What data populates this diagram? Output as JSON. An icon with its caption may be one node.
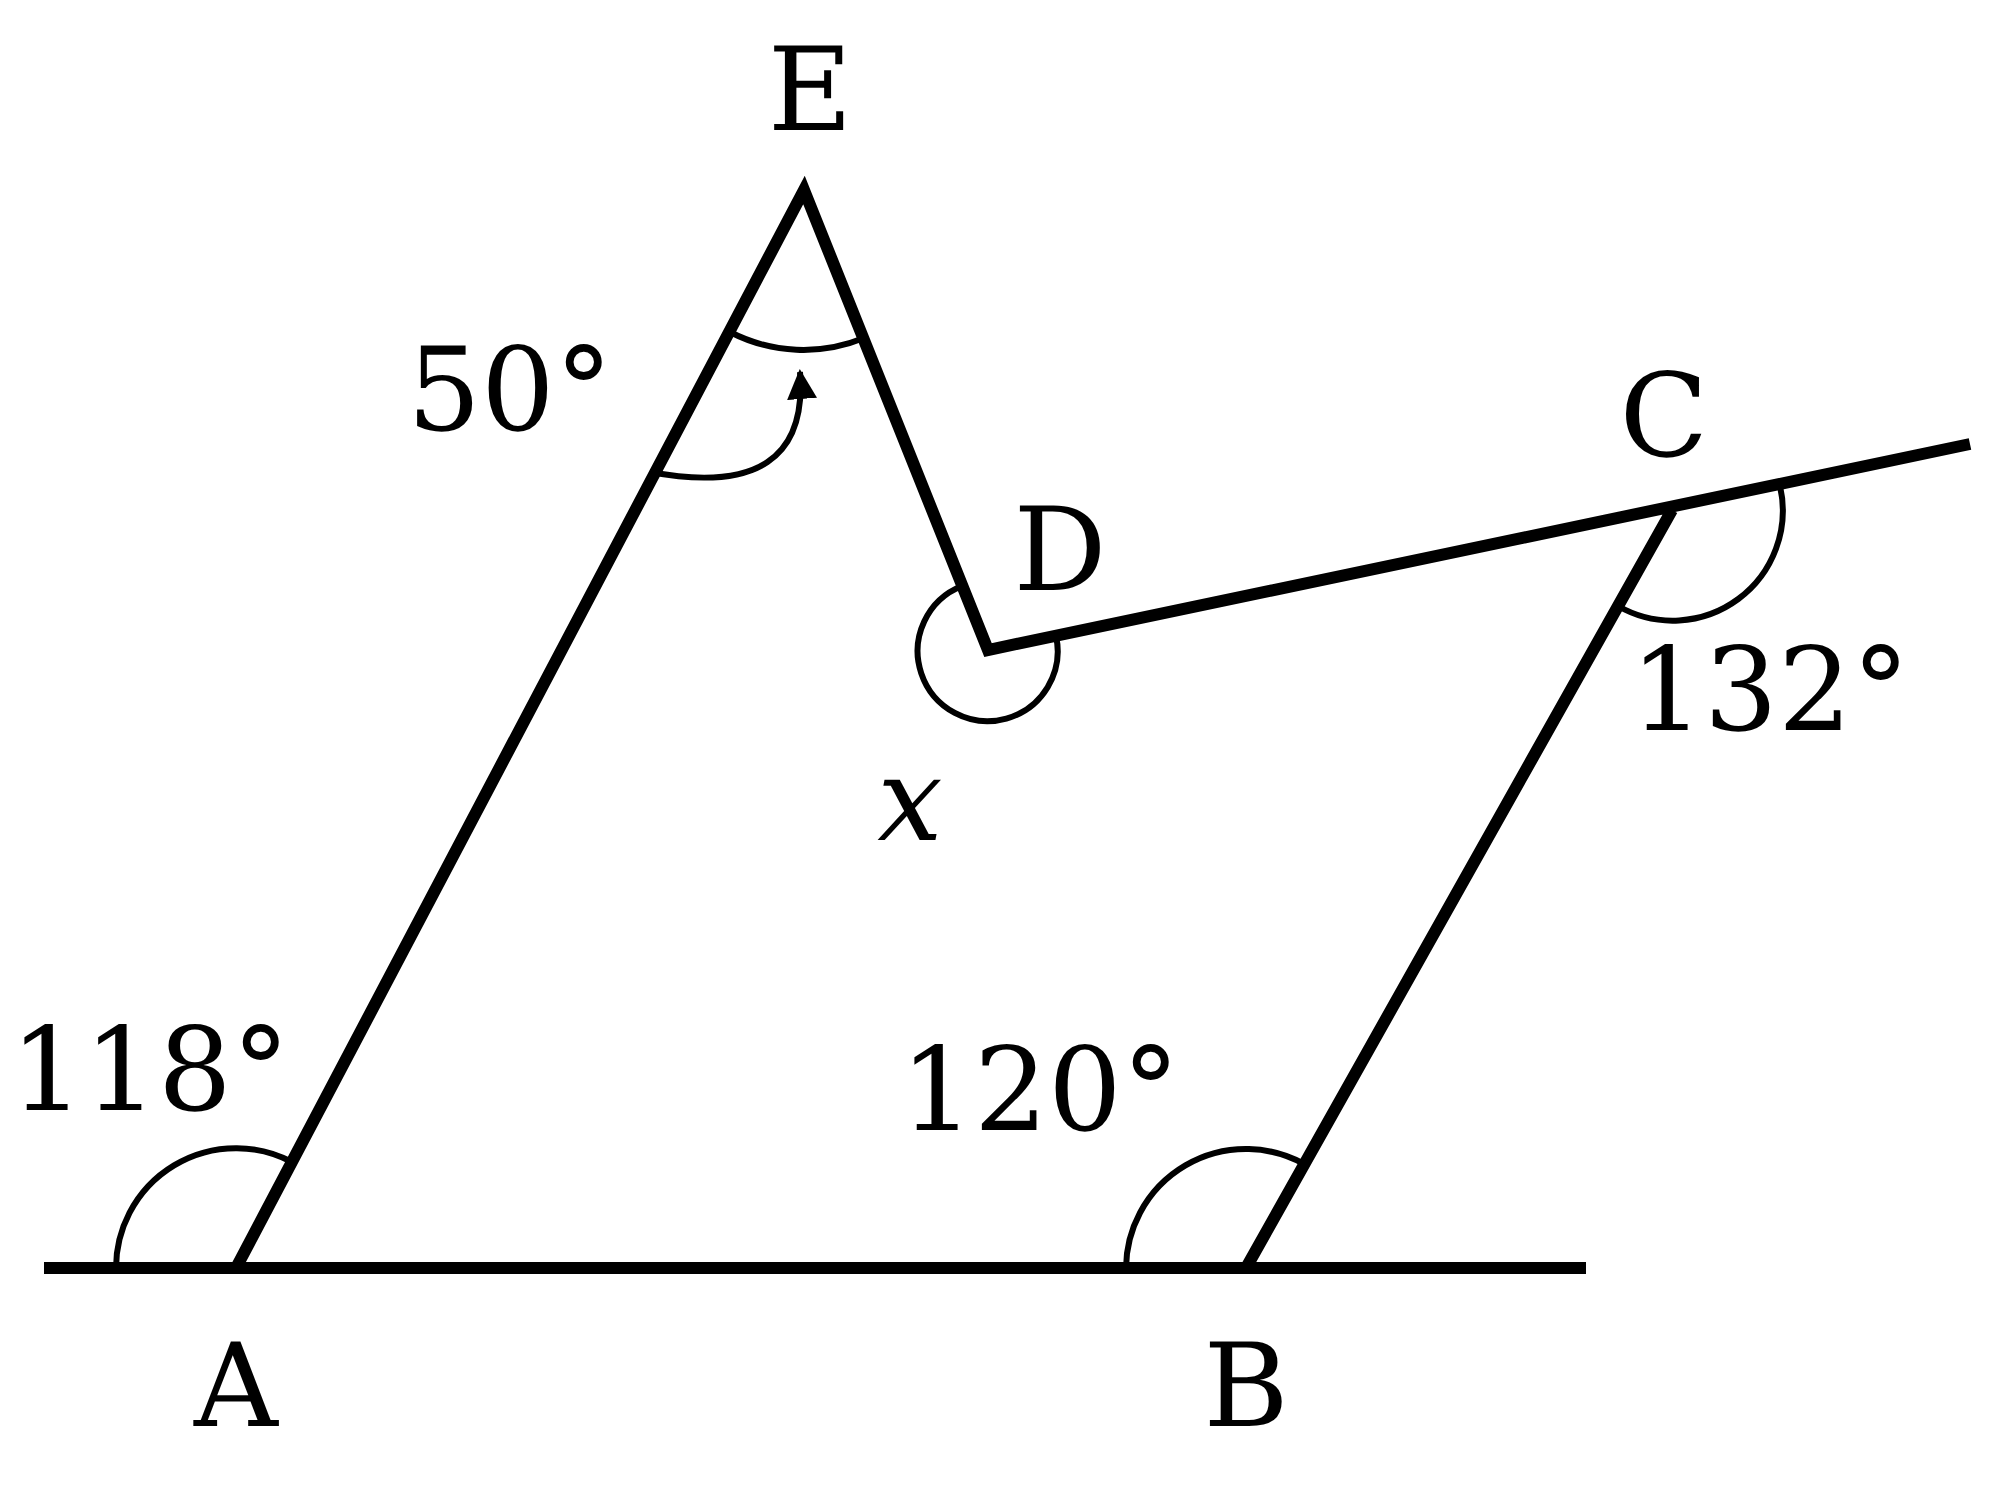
{
  "diagram": {
    "nodes": [
      {
        "text": [
          "50°"
        ]
      },
      {
        "text": [],
        "shape": "arc"
      }
    ],
    "edges": [
      {
        "from": 0,
        "to": 1,
        "arrow": "to"
      }
    ],
    "labels": [
      "E",
      "C",
      "D",
      "132°",
      "x",
      "118°",
      "120°",
      "A",
      "B"
    ]
  }
}
